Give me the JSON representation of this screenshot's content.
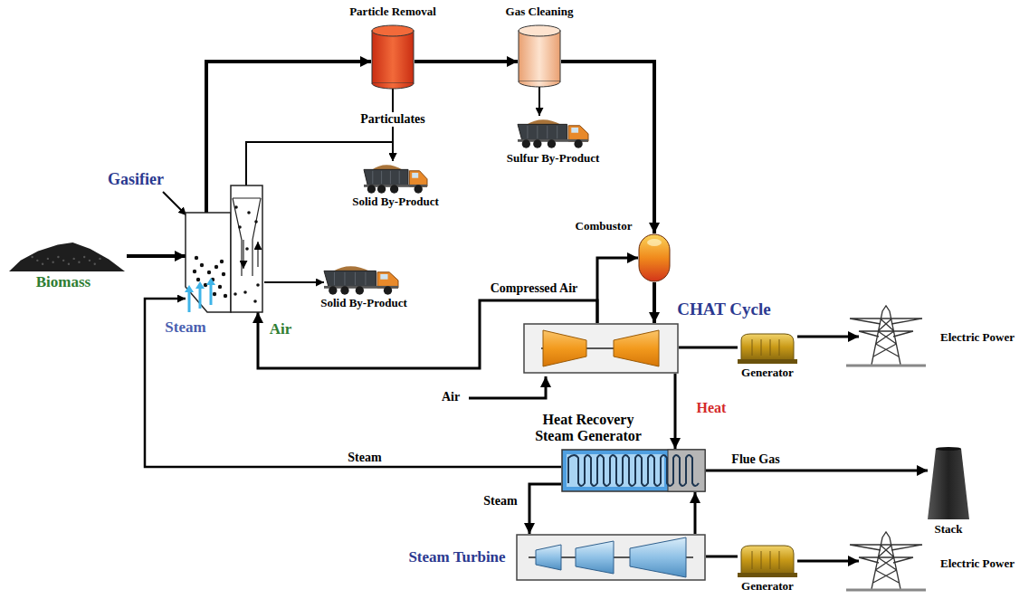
{
  "diagram": {
    "nodes": [
      {
        "text": [
          "Biomass"
        ]
      },
      {
        "text": [
          "Gasifier"
        ]
      },
      {
        "text": [
          "Particle Removal"
        ]
      },
      {
        "text": [
          "Gas Cleaning"
        ]
      },
      {
        "text": [
          "Solid By-Product"
        ]
      },
      {
        "text": [
          "Sulfur By-Product"
        ]
      },
      {
        "text": [
          "Solid By-Product"
        ]
      },
      {
        "text": [
          "Combustor"
        ]
      },
      {
        "text": [
          "CHAT Cycle"
        ]
      },
      {
        "text": [
          "Generator"
        ]
      },
      {
        "text": [
          "Electric Power"
        ]
      },
      {
        "text": [
          "Heat Recovery Steam Generator"
        ]
      },
      {
        "text": [
          "Stack"
        ]
      },
      {
        "text": [
          "Steam Turbine"
        ]
      },
      {
        "text": [
          "Generator"
        ]
      },
      {
        "text": [
          "Electric Power"
        ]
      }
    ],
    "edges": [
      {
        "from": 0,
        "to": 1,
        "arrow": "to"
      },
      {
        "from": 1,
        "to": 2,
        "arrow": "to"
      },
      {
        "from": 2,
        "to": 3,
        "arrow": "to"
      },
      {
        "from": 3,
        "to": 7,
        "arrow": "to"
      },
      {
        "from": 7,
        "to": 8,
        "arrow": "to"
      },
      {
        "from": 8,
        "to": 7,
        "label": "Compressed Air",
        "arrow": "to"
      },
      {
        "from": 8,
        "to": 1,
        "arrow": "to"
      },
      {
        "from": 8,
        "to": 9,
        "arrow": "none"
      },
      {
        "from": 9,
        "to": 10,
        "arrow": "to"
      },
      {
        "from": 8,
        "to": 11,
        "label": "Heat",
        "arrow": "to"
      },
      {
        "from": 11,
        "to": 12,
        "label": "Flue Gas",
        "arrow": "to"
      },
      {
        "from": 11,
        "to": 13,
        "label": "Steam",
        "arrow": "to"
      },
      {
        "from": 11,
        "to": 1,
        "label": "Steam",
        "arrow": "to"
      },
      {
        "from": 13,
        "to": 11,
        "arrow": "to"
      },
      {
        "from": 13,
        "to": 14,
        "arrow": "none"
      },
      {
        "from": 14,
        "to": 15,
        "arrow": "to"
      },
      {
        "from": 2,
        "to": 4,
        "label": "Particulates",
        "arrow": "to"
      },
      {
        "from": 1,
        "to": 4,
        "arrow": "to"
      },
      {
        "from": 1,
        "to": 6,
        "arrow": "to"
      },
      {
        "from": 3,
        "to": 5,
        "arrow": "to"
      }
    ],
    "labels": [
      "Steam",
      "Air",
      "Air"
    ]
  }
}
